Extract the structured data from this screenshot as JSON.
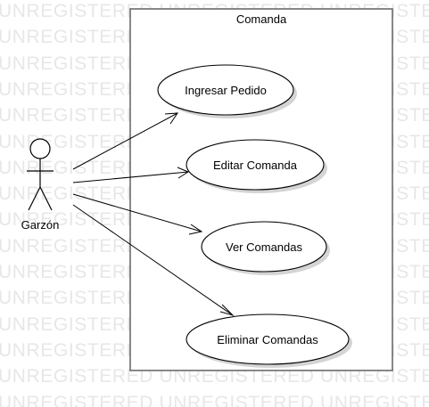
{
  "watermark": {
    "text": "UNREGISTERED",
    "lines": [
      "UNREGISTERED UNREGISTERED UNREGISTERED",
      "UNREGISTERED UNREGISTERED UNREGISTERED",
      "UNREGISTERED UNREGISTERED UNREGISTERED",
      "UNREGISTERED UNREGISTERED UNREGISTERED",
      "UNREGISTERED UNREGISTERED UNREGISTERED",
      "UNREGISTERED UNREGISTERED UNREGISTERED",
      "UNREGISTERED UNREGISTERED UNREGISTERED",
      "UNREGISTERED UNREGISTERED UNREGISTERED",
      "UNREGISTERED UNREGISTERED UNREGISTERED",
      "UNREGISTERED UNREGISTERED UNREGISTERED",
      "UNREGISTERED UNREGISTERED UNREGISTERED",
      "UNREGISTERED UNREGISTERED UNREGISTERED",
      "UNREGISTERED UNREGISTERED UNREGISTERED",
      "UNREGISTERED UNREGISTERED UNREGISTERED",
      "UNREGISTERED UNREGISTERED UNREGISTERED",
      "UNREGISTERED UNREGISTERED UNREGISTERED"
    ]
  },
  "system": {
    "name": "Comanda"
  },
  "actor": {
    "name": "Garzón"
  },
  "use_cases": [
    {
      "label": "Ingresar Pedido"
    },
    {
      "label": "Editar Comanda"
    },
    {
      "label": "Ver Comandas"
    },
    {
      "label": "Eliminar Comandas"
    }
  ],
  "colors": {
    "watermark": "#e7e7e7",
    "boundary": "#6b6b6b",
    "shadow": "#d4d4d4",
    "line": "#000000"
  }
}
